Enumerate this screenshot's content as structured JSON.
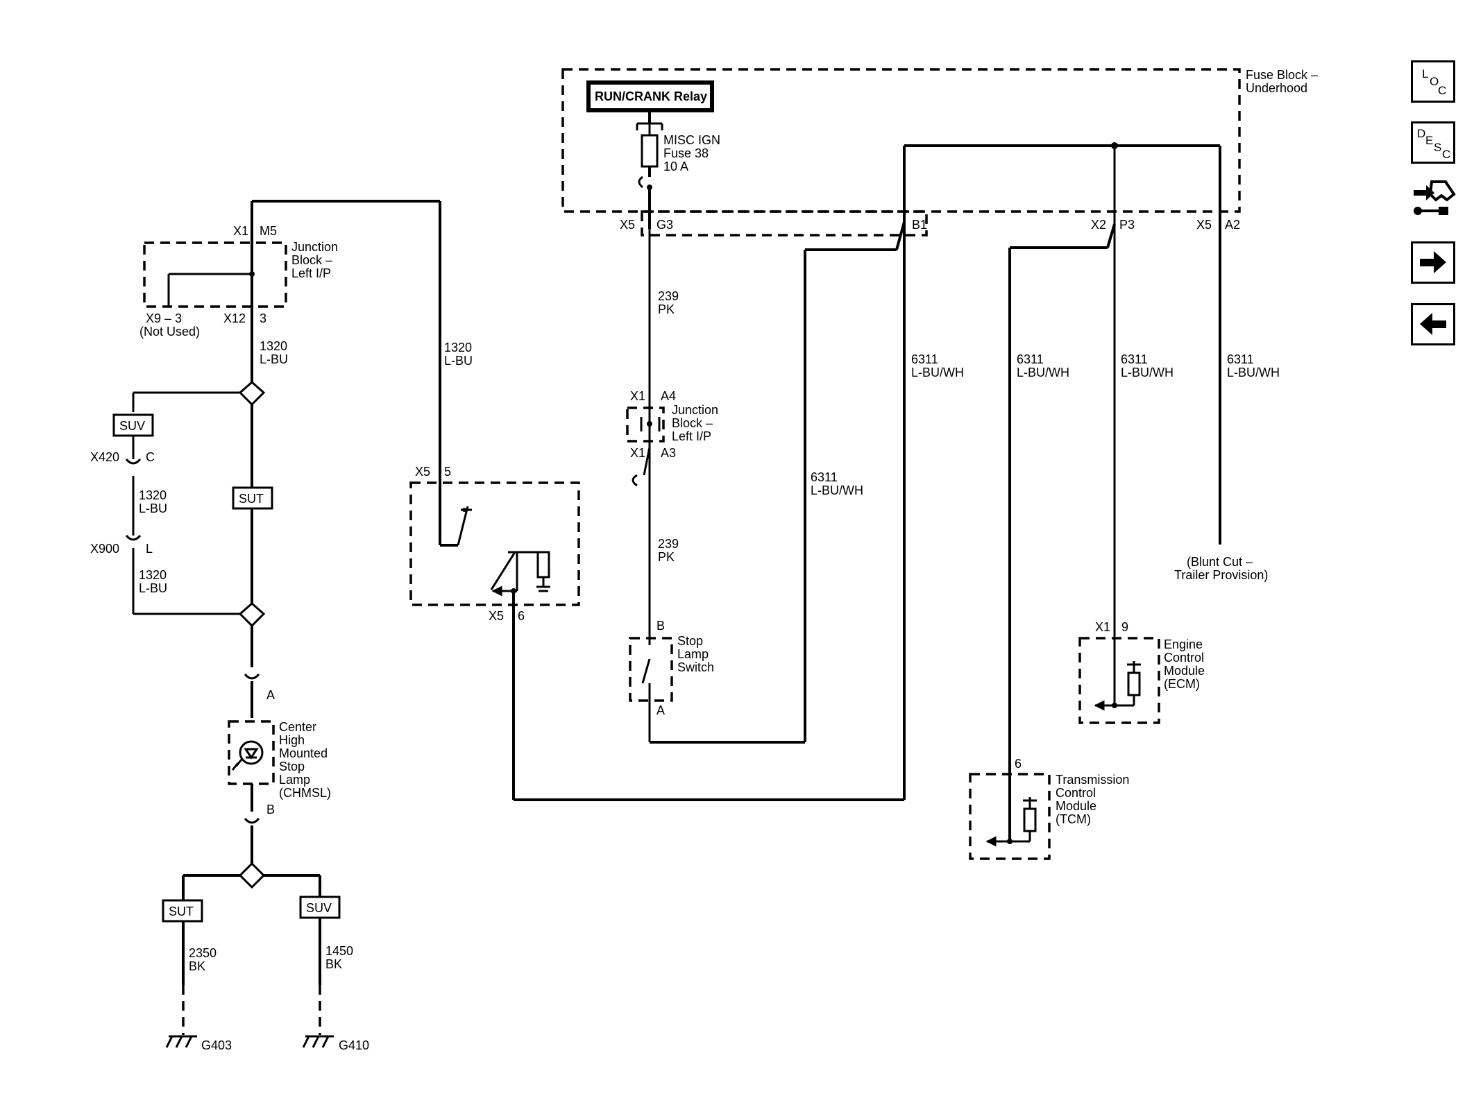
{
  "fuse_block": {
    "label_line1": "Fuse Block –",
    "label_line2": "Underhood"
  },
  "relay": {
    "label": "RUN/CRANK Relay"
  },
  "fuse": {
    "line1": "MISC IGN",
    "line2": "Fuse 38",
    "line3": "10 A"
  },
  "connectors": {
    "x5": "X5",
    "g3": "G3",
    "b1": "B1",
    "x2": "X2",
    "p3": "P3",
    "a2": "A2",
    "x1": "X1",
    "m5": "M5",
    "x9_3": "X9 – 3",
    "not_used": "(Not Used)",
    "x12": "X12",
    "pin3": "3",
    "a4": "A4",
    "a3": "A3",
    "x420": "X420",
    "c": "C",
    "x900": "X900",
    "l": "L",
    "pin5": "5",
    "pin6": "6",
    "b": "B",
    "a": "A",
    "pin9": "9"
  },
  "wires": {
    "w239_num": "239",
    "w239_color": "PK",
    "w1320_num": "1320",
    "w1320_color": "L-BU",
    "w6311_num": "6311",
    "w6311_color": "L-BU/WH",
    "w2350_num": "2350",
    "w2350_color": "BK",
    "w1450_num": "1450",
    "w1450_color": "BK"
  },
  "options": {
    "suv": "SUV",
    "sut": "SUT"
  },
  "junction_block_ip": {
    "line1": "Junction",
    "line2": "Block –",
    "line3": "Left I/P"
  },
  "stop_lamp_switch": {
    "line1": "Stop",
    "line2": "Lamp",
    "line3": "Switch"
  },
  "chmsl": {
    "line1": "Center",
    "line2": "High",
    "line3": "Mounted",
    "line4": "Stop",
    "line5": "Lamp",
    "line6": "(CHMSL)"
  },
  "ecm": {
    "line1": "Engine",
    "line2": "Control",
    "line3": "Module",
    "line4": "(ECM)"
  },
  "tcm": {
    "line1": "Transmission",
    "line2": "Control",
    "line3": "Module",
    "line4": "(TCM)"
  },
  "blunt_cut": {
    "line1": "(Blunt Cut –",
    "line2": "Trailer Provision)"
  },
  "grounds": {
    "g403": "G403",
    "g410": "G410"
  },
  "nav": {
    "loc_l": "L",
    "loc_o": "O",
    "loc_c": "C",
    "desc_d": "D",
    "desc_e": "E",
    "desc_s": "S",
    "desc_c": "C"
  }
}
